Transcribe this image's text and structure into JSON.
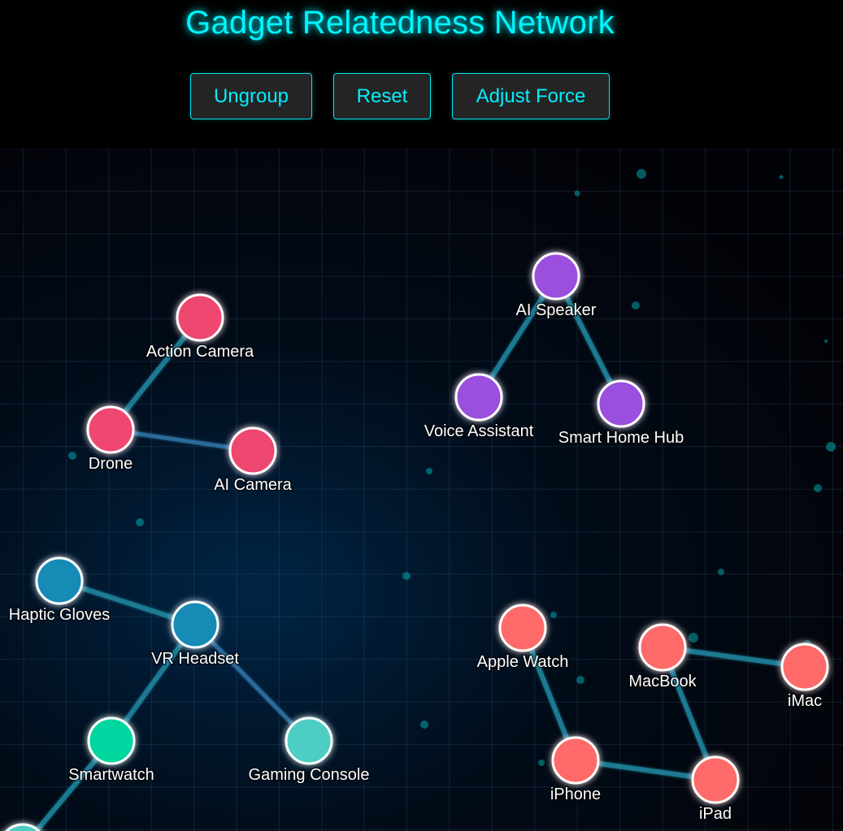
{
  "header": {
    "title": "Gadget Relatedness Network"
  },
  "controls": {
    "ungroup_label": "Ungroup",
    "reset_label": "Reset",
    "adjust_force_label": "Adjust Force"
  },
  "colors": {
    "accent": "#00f5ff",
    "button_bg": "#242424",
    "link": "#1b7f96",
    "link_alt": "#2a6fa0",
    "node_stroke": "#ffffff"
  },
  "chart_data": {
    "type": "network",
    "nodes": [
      {
        "id": "Action Camera",
        "label": "Action Camera",
        "color": "#ee4770"
      },
      {
        "id": "Drone",
        "label": "Drone",
        "color": "#ee4770"
      },
      {
        "id": "AI Camera",
        "label": "AI Camera",
        "color": "#ee4770"
      },
      {
        "id": "AI Speaker",
        "label": "AI Speaker",
        "color": "#9b4fde"
      },
      {
        "id": "Voice Assistant",
        "label": "Voice Assistant",
        "color": "#9b4fde"
      },
      {
        "id": "Smart Home Hub",
        "label": "Smart Home Hub",
        "color": "#9b4fde"
      },
      {
        "id": "Haptic Gloves",
        "label": "Haptic Gloves",
        "color": "#138bb6"
      },
      {
        "id": "VR Headset",
        "label": "VR Headset",
        "color": "#138bb6"
      },
      {
        "id": "Smartwatch",
        "label": "Smartwatch",
        "color": "#06d6a0"
      },
      {
        "id": "Gaming Console",
        "label": "Gaming Console",
        "color": "#4ecdc4"
      },
      {
        "id": "Apple Watch",
        "label": "Apple Watch",
        "color": "#ff6b6b"
      },
      {
        "id": "MacBook",
        "label": "MacBook",
        "color": "#ff6b6b"
      },
      {
        "id": "iMac",
        "label": "iMac",
        "color": "#ff6b6b"
      },
      {
        "id": "iPhone",
        "label": "iPhone",
        "color": "#ff6b6b"
      },
      {
        "id": "iPad",
        "label": "iPad",
        "color": "#ff6b6b"
      },
      {
        "id": "Offscreen",
        "label": "",
        "color": "#4ecdc4"
      }
    ],
    "links": [
      {
        "source": "Action Camera",
        "target": "Drone"
      },
      {
        "source": "Drone",
        "target": "AI Camera"
      },
      {
        "source": "AI Speaker",
        "target": "Voice Assistant"
      },
      {
        "source": "AI Speaker",
        "target": "Smart Home Hub"
      },
      {
        "source": "Haptic Gloves",
        "target": "VR Headset"
      },
      {
        "source": "VR Headset",
        "target": "Smartwatch"
      },
      {
        "source": "VR Headset",
        "target": "Gaming Console"
      },
      {
        "source": "Smartwatch",
        "target": "Offscreen"
      },
      {
        "source": "Apple Watch",
        "target": "iPhone"
      },
      {
        "source": "iPhone",
        "target": "iPad"
      },
      {
        "source": "MacBook",
        "target": "iPad"
      },
      {
        "source": "MacBook",
        "target": "iMac"
      }
    ]
  }
}
